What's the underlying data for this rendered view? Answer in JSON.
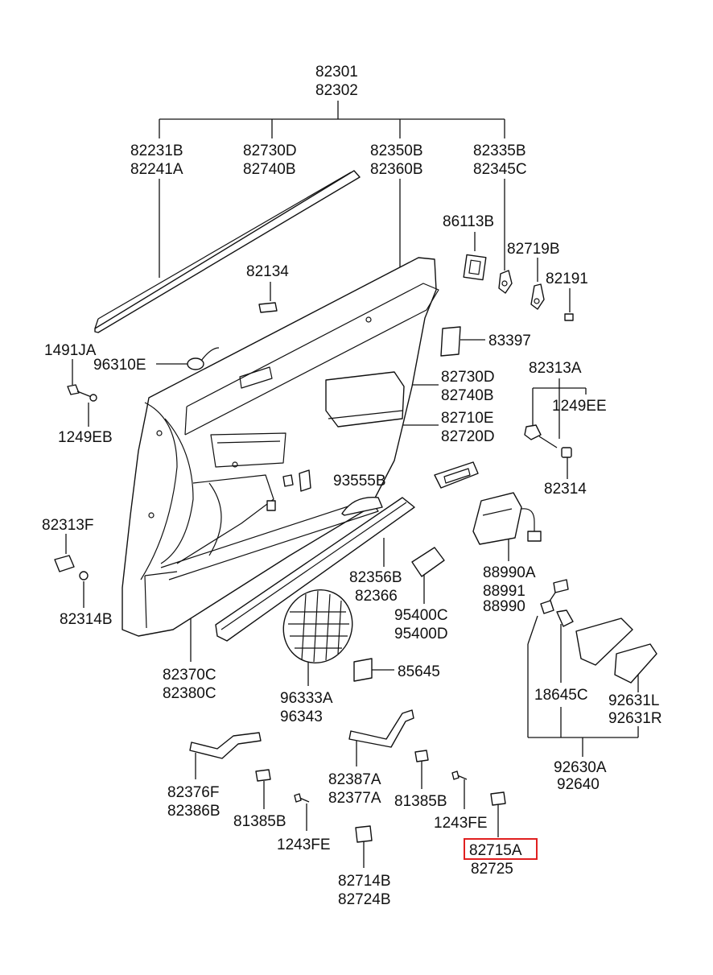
{
  "labels": {
    "p82301": "82301",
    "p82302": "82302",
    "p82231B": "82231B",
    "p82241A": "82241A",
    "p82730D_top": "82730D",
    "p82740B_top": "82740B",
    "p82350B": "82350B",
    "p82360B": "82360B",
    "p82335B": "82335B",
    "p82345C": "82345C",
    "p86113B": "86113B",
    "p82719B": "82719B",
    "p82134": "82134",
    "p82191": "82191",
    "p83397": "83397",
    "p1491JA": "1491JA",
    "p96310E": "96310E",
    "p1249EB": "1249EB",
    "p82730D": "82730D",
    "p82740B": "82740B",
    "p82313A": "82313A",
    "p1249EE": "1249EE",
    "p82710E": "82710E",
    "p82720D": "82720D",
    "p93555B": "93555B",
    "p82314_r": "82314",
    "p82313F": "82313F",
    "p82314B": "82314B",
    "p88990A": "88990A",
    "p88991": "88991",
    "p88990": "88990",
    "p82356B": "82356B",
    "p82366": "82366",
    "p95400C": "95400C",
    "p95400D": "95400D",
    "p82370C": "82370C",
    "p82380C": "82380C",
    "p85645": "85645",
    "p96333A": "96333A",
    "p96343": "96343",
    "p18645C": "18645C",
    "p92631L": "92631L",
    "p92631R": "92631R",
    "p92630A": "92630A",
    "p92640": "92640",
    "p82376F": "82376F",
    "p82386B": "82386B",
    "p82387A": "82387A",
    "p82377A": "82377A",
    "p81385B_l": "81385B",
    "p81385B_r": "81385B",
    "p1243FE_l": "1243FE",
    "p1243FE_r": "1243FE",
    "p82715A": "82715A",
    "p82725": "82725",
    "p82714B": "82714B",
    "p82724B": "82724B"
  },
  "highlight_part": "82715A",
  "colors": {
    "highlight": "#e02020",
    "ink": "#111111"
  }
}
